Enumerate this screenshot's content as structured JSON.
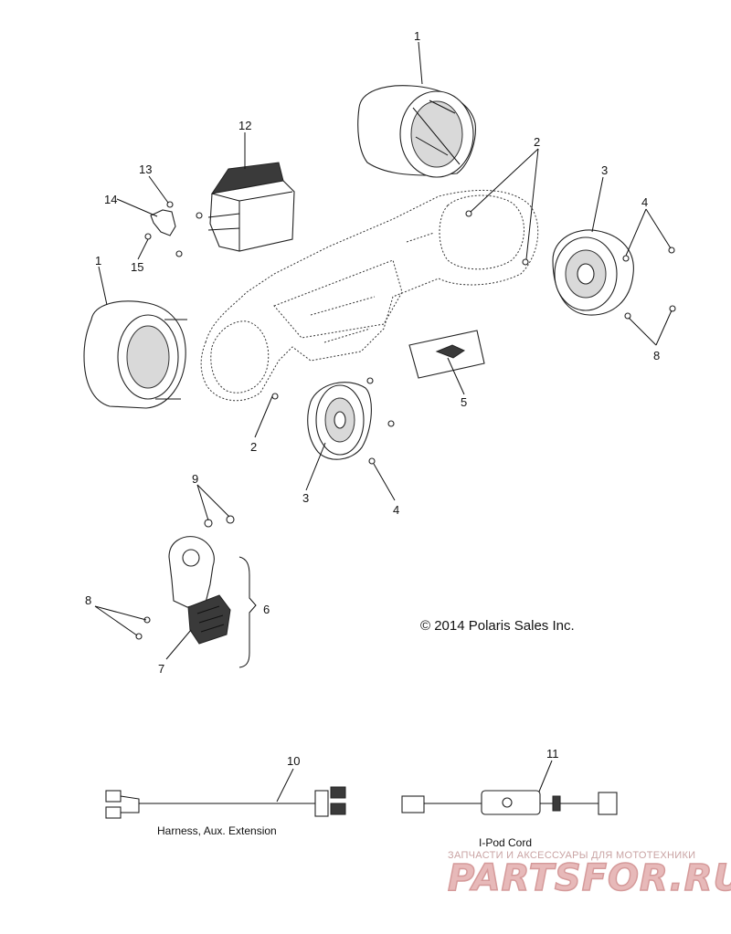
{
  "callouts": {
    "c1_top": "1",
    "c1_left": "1",
    "c2_top": "2",
    "c2_bottom": "2",
    "c3_right": "3",
    "c3_bottom": "3",
    "c4_right": "4",
    "c4_bottom": "4",
    "c5": "5",
    "c6": "6",
    "c7": "7",
    "c8_right": "8",
    "c8_left": "8",
    "c9": "9",
    "c10": "10",
    "c11": "11",
    "c12": "12",
    "c13": "13",
    "c14": "14",
    "c15": "15"
  },
  "copyright": "© 2014 Polaris Sales Inc.",
  "captions": {
    "harness": "Harness, Aux. Extension",
    "ipod": "I-Pod Cord"
  },
  "watermark": {
    "tagline": "ЗАПЧАСТИ И АКСЕССУАРЫ ДЛЯ МОТОТЕХНИКИ",
    "logo": "PARTSFOR.RU"
  }
}
